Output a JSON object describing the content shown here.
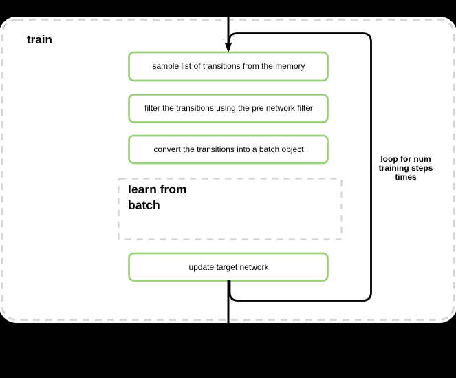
{
  "diagram": {
    "title": "train",
    "step_boxes": [
      {
        "label": "sample list of transitions from the memory"
      },
      {
        "label": "filter the transitions using the pre network filter"
      },
      {
        "label": "convert the transitions into a batch object"
      }
    ],
    "subprocess_box": {
      "label": "learn from batch"
    },
    "final_box": {
      "label": "update target network"
    },
    "loop_label": "loop for num training steps times",
    "colors": {
      "background": "#000000",
      "panel_fill": "#ffffff",
      "panel_border": "#d6d6d6",
      "step_box_border": "#97d077",
      "step_box_fill": "#ffffff",
      "subprocess_border": "#d6d6d6",
      "loop_stroke": "#000000",
      "text": "#000000"
    }
  }
}
